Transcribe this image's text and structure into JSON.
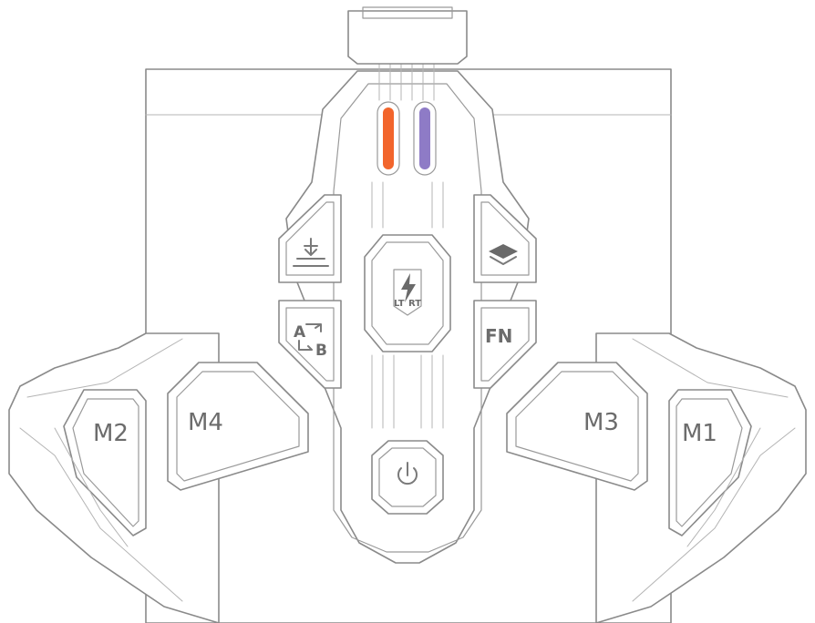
{
  "buttons": {
    "m1": "M1",
    "m2": "M2",
    "m3": "M3",
    "m4": "M4",
    "fn": "FN",
    "swap_a": "A",
    "swap_b": "B",
    "turbo_lt": "LT",
    "turbo_rt": "RT"
  },
  "indicators": {
    "left_color": "#f2652c",
    "right_color": "#8e7bc6"
  },
  "icons": {
    "top_left": "download-tray-icon",
    "top_right": "layers-icon",
    "center": "lightning-bolt-icon",
    "bottom": "power-icon"
  }
}
